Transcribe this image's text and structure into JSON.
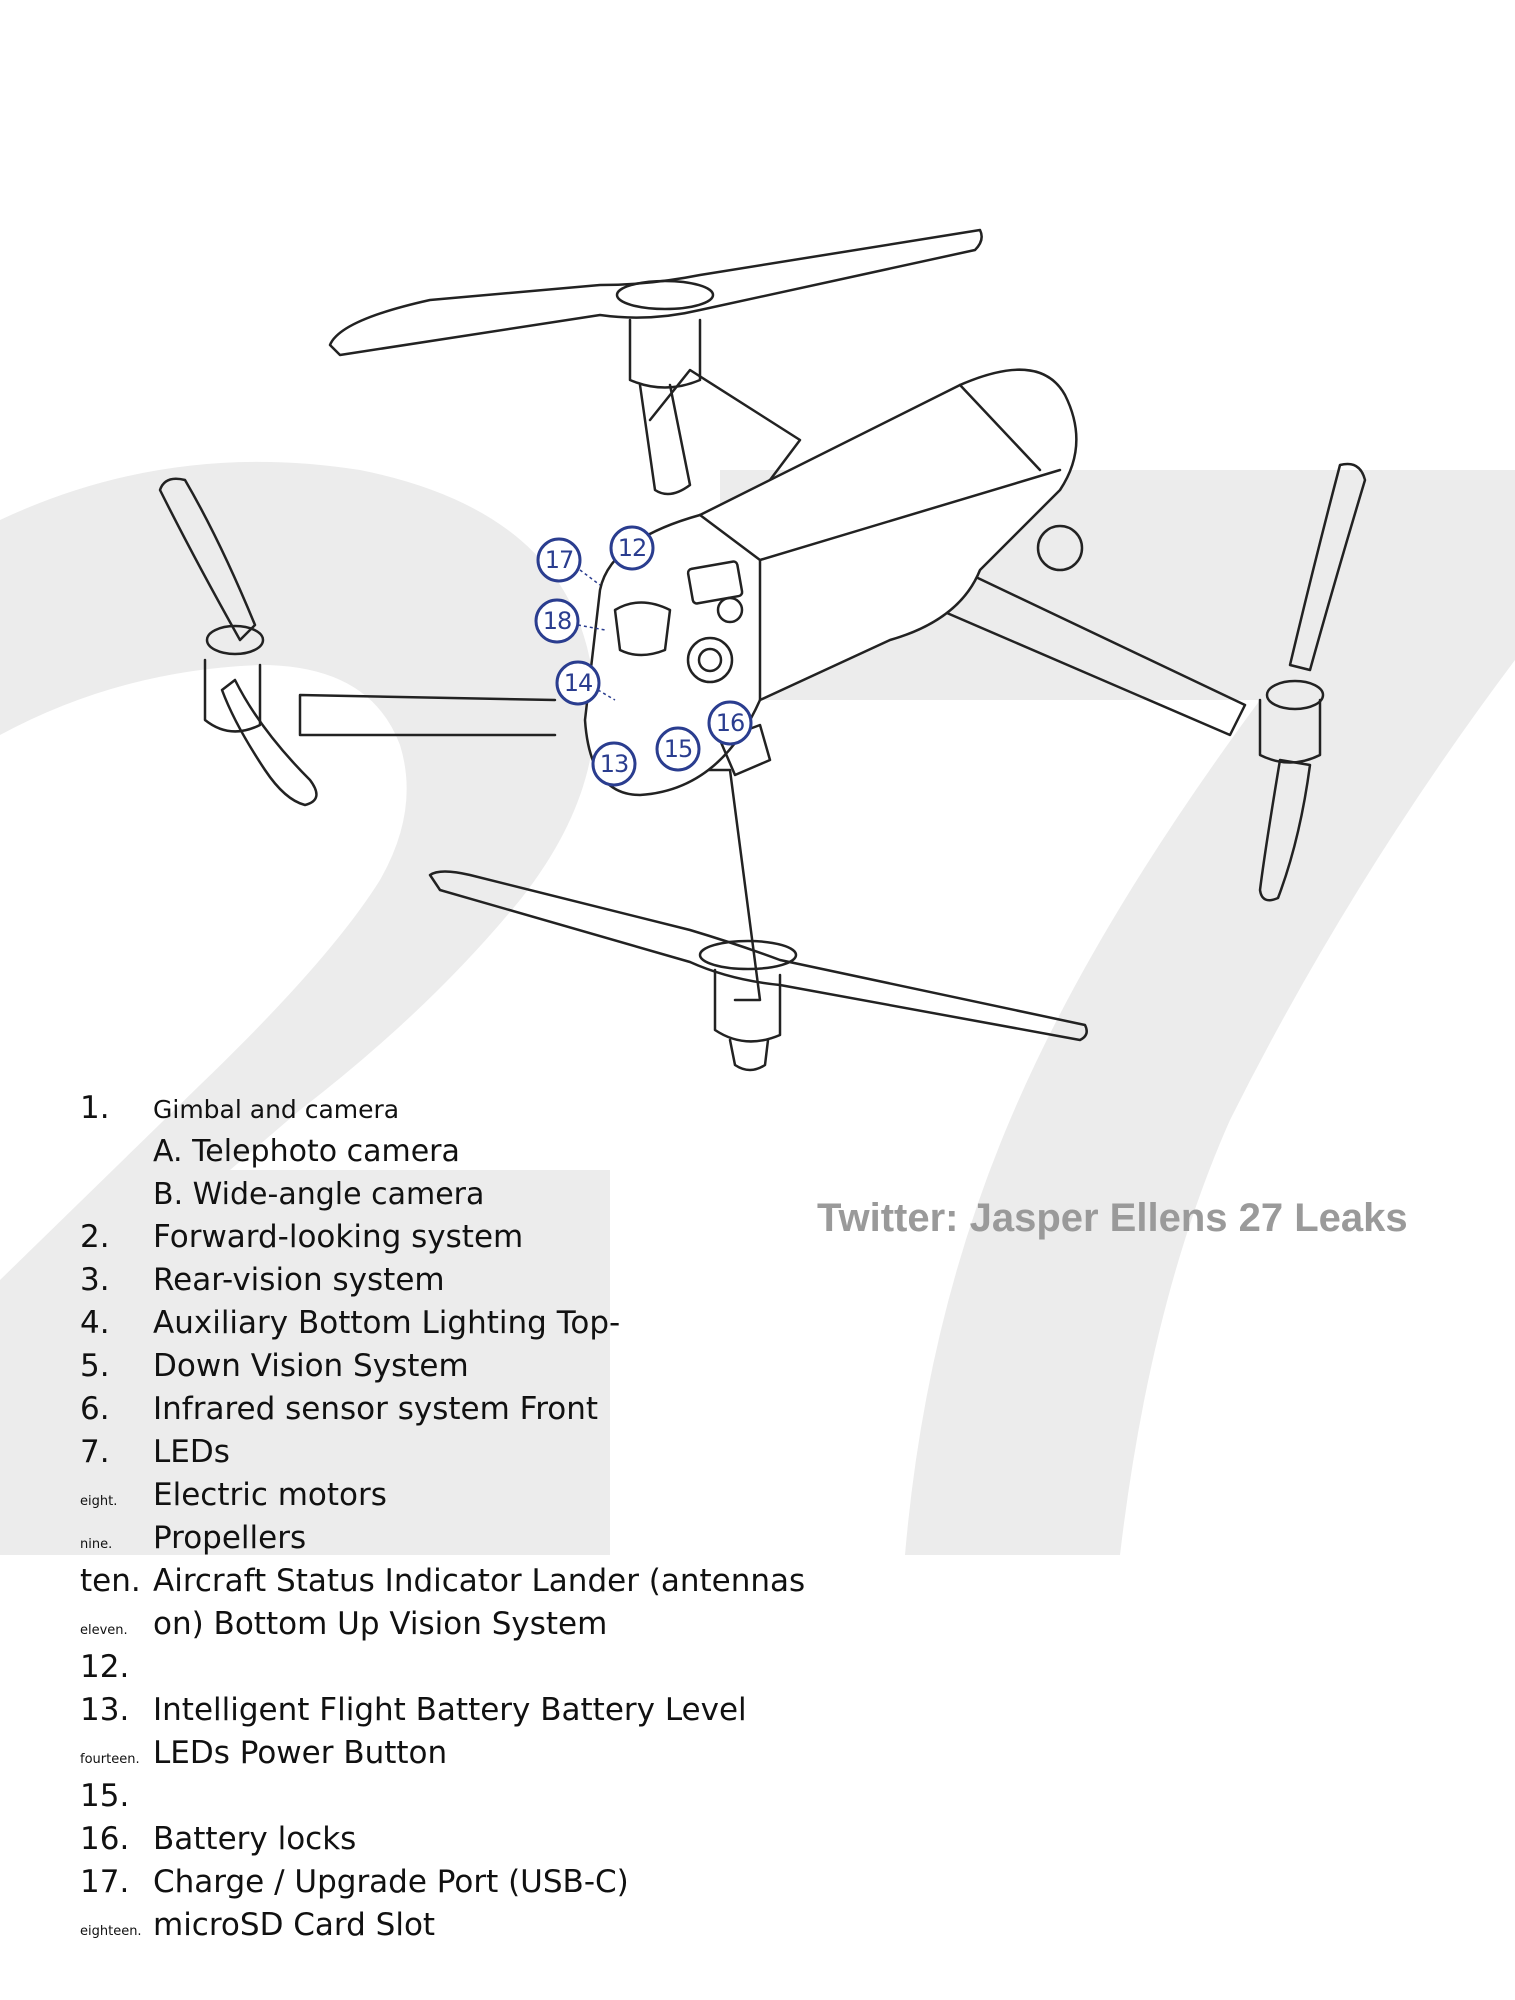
{
  "credit": "Twitter: Jasper Ellens 27 Leaks",
  "watermark": "27",
  "callouts": [
    "17",
    "12",
    "18",
    "14",
    "16",
    "15",
    "13"
  ],
  "legend": [
    {
      "num": "1.",
      "text": "Gimbal and camera",
      "sub": [
        "A. Telephoto camera",
        "B. Wide-angle camera"
      ]
    },
    {
      "num": "2.",
      "text": "Forward-looking system"
    },
    {
      "num": "3.",
      "text": "Rear-vision system"
    },
    {
      "num": "4.",
      "text": "Auxiliary Bottom Lighting Top-"
    },
    {
      "num": "5.",
      "text": "Down Vision System"
    },
    {
      "num": "6.",
      "text": "Infrared sensor system Front"
    },
    {
      "num": "7.",
      "text": "LEDs"
    },
    {
      "num": "eight.",
      "text": "Electric motors"
    },
    {
      "num": "nine.",
      "text": "Propellers"
    },
    {
      "num": "ten.",
      "text": "Aircraft Status Indicator Lander (antennas"
    },
    {
      "num": "eleven.",
      "text": "on) Bottom Up Vision System"
    },
    {
      "num": "12.",
      "text": ""
    },
    {
      "num": "13.",
      "text": "Intelligent Flight Battery Battery Level"
    },
    {
      "num": "fourteen.",
      "text": "LEDs Power Button"
    },
    {
      "num": "15.",
      "text": ""
    },
    {
      "num": "16.",
      "text": "Battery locks"
    },
    {
      "num": "17.",
      "text": "Charge / Upgrade Port (USB-C)"
    },
    {
      "num": "eighteen.",
      "text": "microSD Card Slot"
    }
  ]
}
